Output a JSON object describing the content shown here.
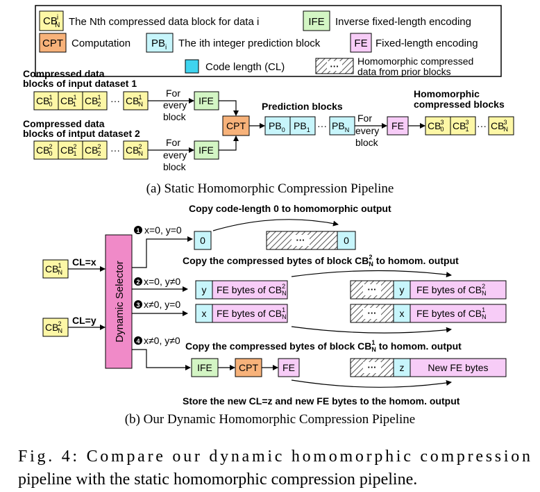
{
  "colors": {
    "cb": "#fdf7a6",
    "cpt": "#f7b27a",
    "pb": "#c7f5fb",
    "ife": "#d3f5c4",
    "fe": "#f7ccf7",
    "selector": "#f08ac8",
    "codelen": "#3fd4ef",
    "stroke": "#000000"
  },
  "legend": {
    "cb_desc": "The Nth compressed data block for data i",
    "ife_label": "IFE",
    "ife_desc": "Inverse fixed-length encoding",
    "cpt_label": "CPT",
    "cpt_desc": "Computation",
    "pb_desc": "The ith integer prediction block",
    "fe_label": "FE",
    "fe_desc": "Fixed-length encoding",
    "codelen_desc": "Code length (CL)",
    "hatch_desc_1": "Homomorphic compressed",
    "hatch_desc_2": "data from prior blocks"
  },
  "static": {
    "input1_title_1": "Compressed data",
    "input1_title_2": "blocks of input dataset 1",
    "input2_title_1": "Compressed data",
    "input2_title_2": "blocks of intput dataset 2",
    "dots": "···",
    "for_every_1": "For",
    "for_every_2": "every",
    "for_every_3": "block",
    "ife": "IFE",
    "cpt": "CPT",
    "fe": "FE",
    "prediction_title": "Prediction blocks",
    "homo_title_1": "Homomorphic",
    "homo_title_2": "compressed blocks",
    "caption": "(a) Static Homomorphic Compression Pipeline"
  },
  "dynamic": {
    "selector_label": "Dynamic Selector",
    "cl_x": "CL=x",
    "cl_y": "CL=y",
    "case1_num": "1",
    "case1": "x=0, y=0",
    "case2_num": "2",
    "case2": "x=0, y≠0",
    "case3_num": "3",
    "case3": "x≠0, y=0",
    "case4_num": "4",
    "case4": "x≠0, y≠0",
    "copy_zero": "Copy code-length 0 to homomorphic output",
    "copy_cb2_pre": "Copy the compressed bytes of block CB",
    "copy_cb2_post": " to homom. output",
    "copy_cb1_pre": "Copy the compressed bytes of block CB",
    "copy_cb1_post": " to homom. output",
    "store_new": "Store the new CL=z and new FE bytes to the homom. output",
    "zero": "0",
    "y": "y",
    "x": "x",
    "z": "z",
    "fe_bytes_of": "FE bytes of CB",
    "new_fe_bytes": "New FE bytes",
    "ife": "IFE",
    "cpt": "CPT",
    "fe": "FE",
    "dots": "···",
    "caption": "(b) Our Dynamic Homomorphic Compression Pipeline"
  },
  "figure_caption_line1": "Fig. 4: Compare our dynamic homomorphic compression",
  "figure_caption_line2": "pipeline with the static homomorphic compression pipeline."
}
